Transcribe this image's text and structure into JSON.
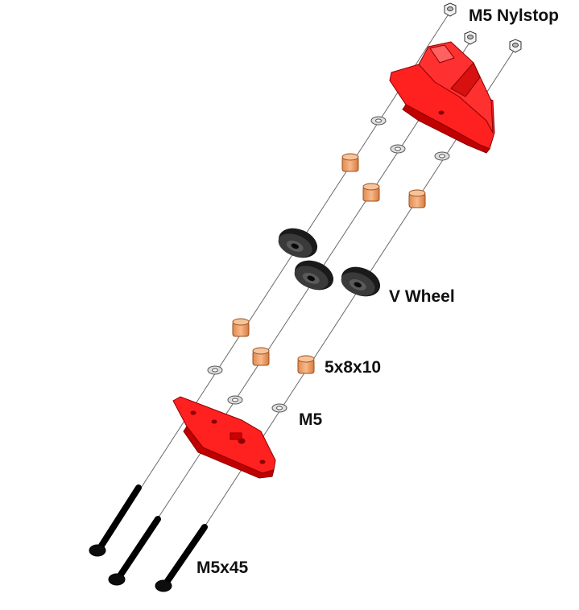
{
  "labels": {
    "nut": "M5 Nylstop",
    "wheel": "V Wheel",
    "spacer": "5x8x10",
    "washer": "M5",
    "bolt": "M5x45"
  },
  "colors": {
    "bracket": "#ff1a1a",
    "spacer": "#f3a066",
    "wheel": "#111111",
    "bolt": "#0d0d0d",
    "washer": "#d9d9d9",
    "axis_line": "#666666",
    "text": "#111111"
  },
  "parts": [
    {
      "name": "nylstop-nut",
      "count": 3
    },
    {
      "name": "top-bracket",
      "count": 1
    },
    {
      "name": "washer",
      "count": 6
    },
    {
      "name": "spacer",
      "count": 6
    },
    {
      "name": "v-wheel",
      "count": 3
    },
    {
      "name": "bottom-plate",
      "count": 1
    },
    {
      "name": "bolt",
      "count": 3
    }
  ]
}
